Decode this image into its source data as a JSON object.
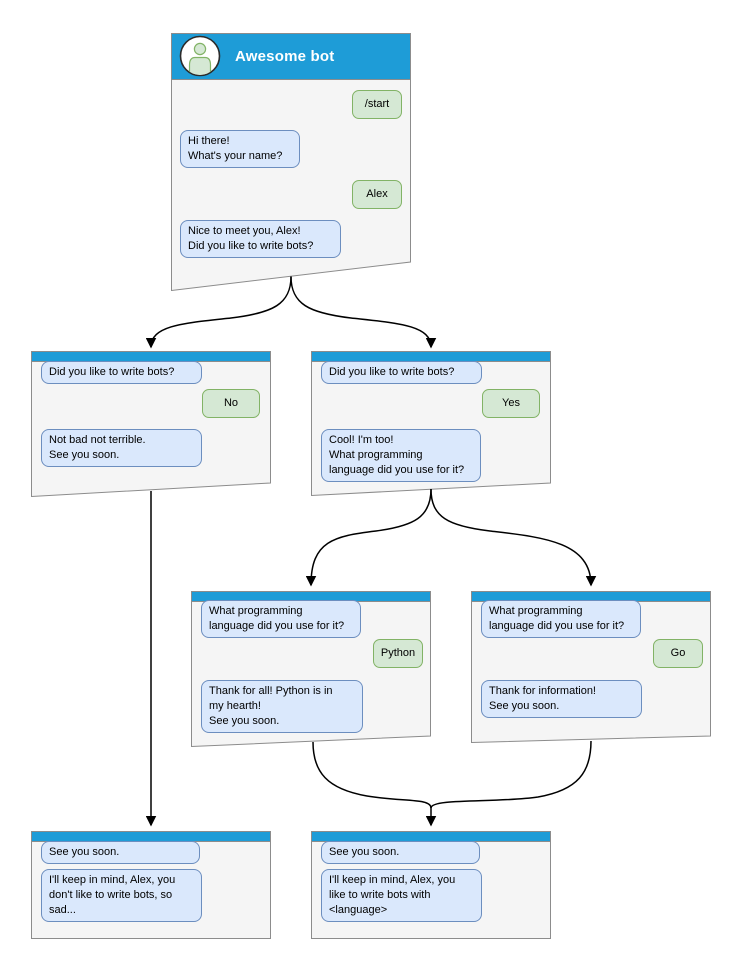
{
  "colors": {
    "header_blue": "#1e9cd7",
    "window_fill": "#f5f5f5",
    "window_border": "#8c8c8c",
    "incoming_fill": "#dae8fc",
    "incoming_border": "#6c8ebf",
    "outgoing_fill": "#d5e8d4",
    "outgoing_border": "#82b366",
    "connector": "#000000"
  },
  "windows": [
    {
      "id": "main",
      "title": "Awesome bot",
      "messages": [
        {
          "from": "user",
          "text": "/start"
        },
        {
          "from": "bot",
          "text": "Hi there!\nWhat's your name?"
        },
        {
          "from": "user",
          "text": "Alex"
        },
        {
          "from": "bot",
          "text": "Nice to meet you, Alex!\nDid you like to write bots?"
        }
      ]
    },
    {
      "id": "branch_no",
      "messages": [
        {
          "from": "bot",
          "text": "Did you like to write bots?"
        },
        {
          "from": "user",
          "text": "No"
        },
        {
          "from": "bot",
          "text": "Not bad not terrible.\nSee you soon."
        }
      ]
    },
    {
      "id": "branch_yes",
      "messages": [
        {
          "from": "bot",
          "text": "Did you like to write bots?"
        },
        {
          "from": "user",
          "text": "Yes"
        },
        {
          "from": "bot",
          "text": "Cool! I'm too!\nWhat programming\nlanguage did you use for it?"
        }
      ]
    },
    {
      "id": "branch_python",
      "messages": [
        {
          "from": "bot",
          "text": "What programming\nlanguage did you use for it?"
        },
        {
          "from": "user",
          "text": "Python"
        },
        {
          "from": "bot",
          "text": "Thank for all! Python is in\nmy hearth!\nSee you soon."
        }
      ]
    },
    {
      "id": "branch_go",
      "messages": [
        {
          "from": "bot",
          "text": "What programming\nlanguage did you use for it?"
        },
        {
          "from": "user",
          "text": "Go"
        },
        {
          "from": "bot",
          "text": "Thank for information!\nSee you soon."
        }
      ]
    },
    {
      "id": "end_no",
      "messages": [
        {
          "from": "bot",
          "text": "See you soon."
        },
        {
          "from": "bot",
          "text": "I'll keep in mind, Alex, you\ndon't like to write bots, so\nsad..."
        }
      ]
    },
    {
      "id": "end_yes",
      "messages": [
        {
          "from": "bot",
          "text": "See you soon."
        },
        {
          "from": "bot",
          "text": "I'll keep in mind, Alex, you\nlike to write bots with\n<language>"
        }
      ]
    }
  ],
  "edges": [
    {
      "from": "main",
      "to": "branch_no"
    },
    {
      "from": "main",
      "to": "branch_yes"
    },
    {
      "from": "branch_yes",
      "to": "branch_python"
    },
    {
      "from": "branch_yes",
      "to": "branch_go"
    },
    {
      "from": "branch_no",
      "to": "end_no"
    },
    {
      "from": "branch_python",
      "to": "end_yes"
    },
    {
      "from": "branch_go",
      "to": "end_yes"
    }
  ]
}
